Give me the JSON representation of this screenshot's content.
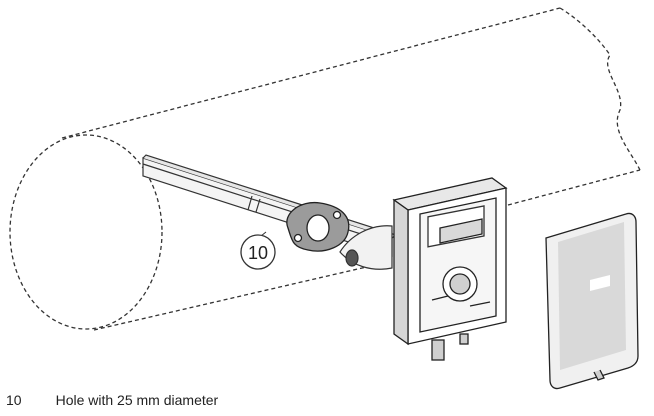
{
  "figure": {
    "callout_number": "10"
  },
  "legend": {
    "items": [
      {
        "number": "10",
        "text": "Hole with 25 mm diameter"
      }
    ]
  }
}
